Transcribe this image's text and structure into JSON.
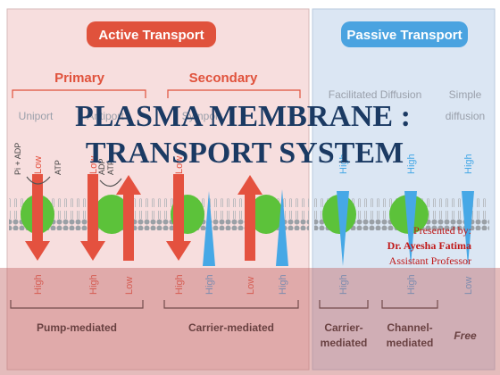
{
  "header": {
    "active": "Active Transport",
    "passive": "Passive Transport",
    "primary": "Primary",
    "secondary": "Secondary",
    "uniport": "Uniport",
    "antiport_partial": "Antiport",
    "symport_partial": "Symport",
    "facilitated": "Facilitated Diffusion",
    "simple": "Simple",
    "diffusion": "diffusion"
  },
  "labels": {
    "pi_adp": "Pi + ADP",
    "atp": "ATP",
    "atp2": "ATP",
    "adp2": "ADP",
    "low": "Low",
    "high": "High"
  },
  "title": {
    "line1": "PLASMA MEMBRANE :",
    "line2": "TRANSPORT SYSTEM"
  },
  "presenter": {
    "presented_by": "Presented by:",
    "name": "Dr. Ayesha Fatima",
    "role": "Assistant Professor"
  },
  "bottom": {
    "pump": "Pump-mediated",
    "carrier": "Carrier-mediated",
    "carrier_m1": "Carrier-",
    "carrier_m2": "mediated",
    "channel_m1": "Channel-",
    "channel_m2": "mediated",
    "free": "Free"
  },
  "colors": {
    "active_bg": "#f7dede",
    "passive_bg": "#dbe6f3",
    "red_pill": "#e0523c",
    "blue_pill": "#4aa3e0",
    "red_arrow": "#e4513f",
    "blue_arrow": "#46a8e6",
    "green": "#5cc23a",
    "overlay": "#c46a6a",
    "title": "#1b3a63",
    "name_red": "#c01818"
  }
}
